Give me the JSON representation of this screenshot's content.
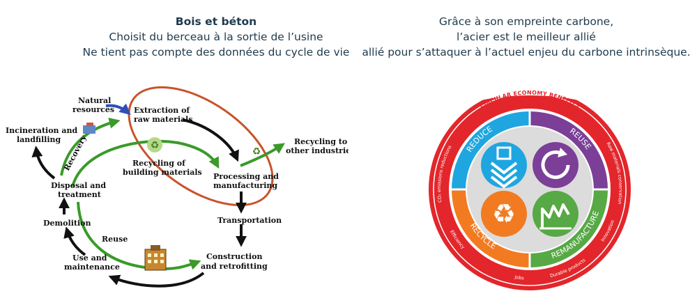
{
  "left_header": {
    "title": "Bois et béton",
    "line1": "Choisit du berceau à la sortie de l’usine",
    "line2": "Ne tient pas compte des données du cycle de vie"
  },
  "right_header": {
    "line1": "Grâce à son empreinte carbone,",
    "line2": "l’acier est le meilleur allié",
    "line3": "allié pour s’attaquer à l’actuel enjeu du carbone intrinsèque."
  },
  "lifecycle": {
    "natural_resources_1": "Natural",
    "natural_resources_2": "resources",
    "extraction_1": "Extraction of",
    "extraction_2": "raw materials",
    "recycling_other_1": "Recycling to",
    "recycling_other_2": "other industries",
    "incineration_1": "Incineration and",
    "incineration_2": "landfilling",
    "recovery": "Recovery",
    "recycling_building_1": "Recycling of",
    "recycling_building_2": "building materials",
    "processing_1": "Processing and",
    "processing_2": "manufacturing",
    "disposal_1": "Disposal and",
    "disposal_2": "treatment",
    "transportation": "Transportation",
    "demolition": "Demolition",
    "reuse": "Reuse",
    "use_1": "Use and",
    "use_2": "maintenance",
    "construction_1": "Construction",
    "construction_2": "and retrofitting"
  },
  "circular": {
    "banner": "CIRCULAR ECONOMY BENEFITS",
    "reduce": "REDUCE",
    "reuse": "REUSE",
    "recycle": "RECYCLE",
    "remanufacture": "REMANUFACTURE",
    "co2": "CO₂ emissions reductions",
    "raw_materials": "Raw materials conservation",
    "efficiency": "Efficiency",
    "innovation": "Innovation",
    "jobs": "Jobs",
    "durable": "Durable products"
  },
  "colors": {
    "green": "#3a9a2a",
    "black": "#111111",
    "orange_ellipse": "#c8532a",
    "blue_arrow": "#2e4fb5",
    "ce_red": "#e3262b",
    "ce_blue": "#1fa6e0",
    "ce_purple": "#7b3f98",
    "ce_orange": "#f27b21",
    "ce_green": "#56a944",
    "ce_gray": "#dcdcdc"
  }
}
